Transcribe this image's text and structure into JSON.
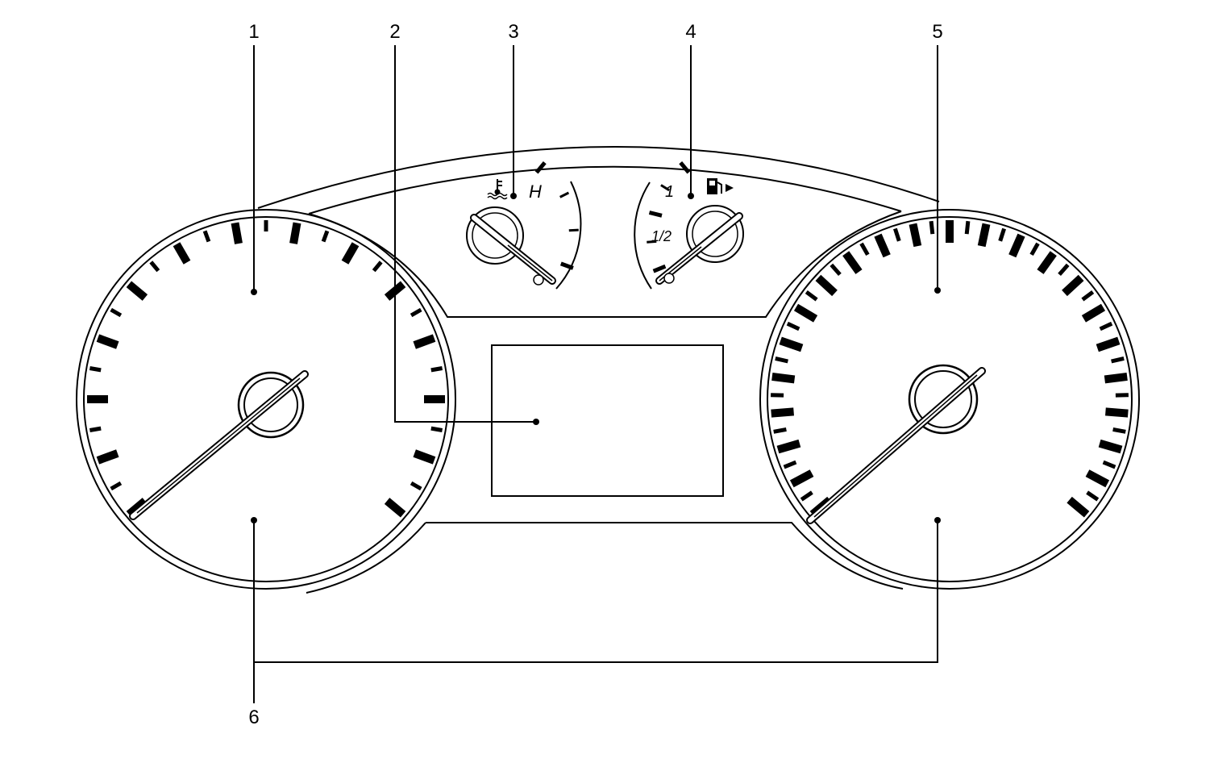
{
  "callouts": {
    "c1": "1",
    "c2": "2",
    "c3": "3",
    "c4": "4",
    "c5": "5",
    "c6": "6"
  },
  "temperature_gauge": {
    "hot_label": "H",
    "icon": "coolant-temperature-icon"
  },
  "fuel_gauge": {
    "full_label": "1",
    "half_label": "1/2",
    "icon": "fuel-pump-icon"
  },
  "colors": {
    "line": "#000000",
    "background": "#ffffff"
  }
}
